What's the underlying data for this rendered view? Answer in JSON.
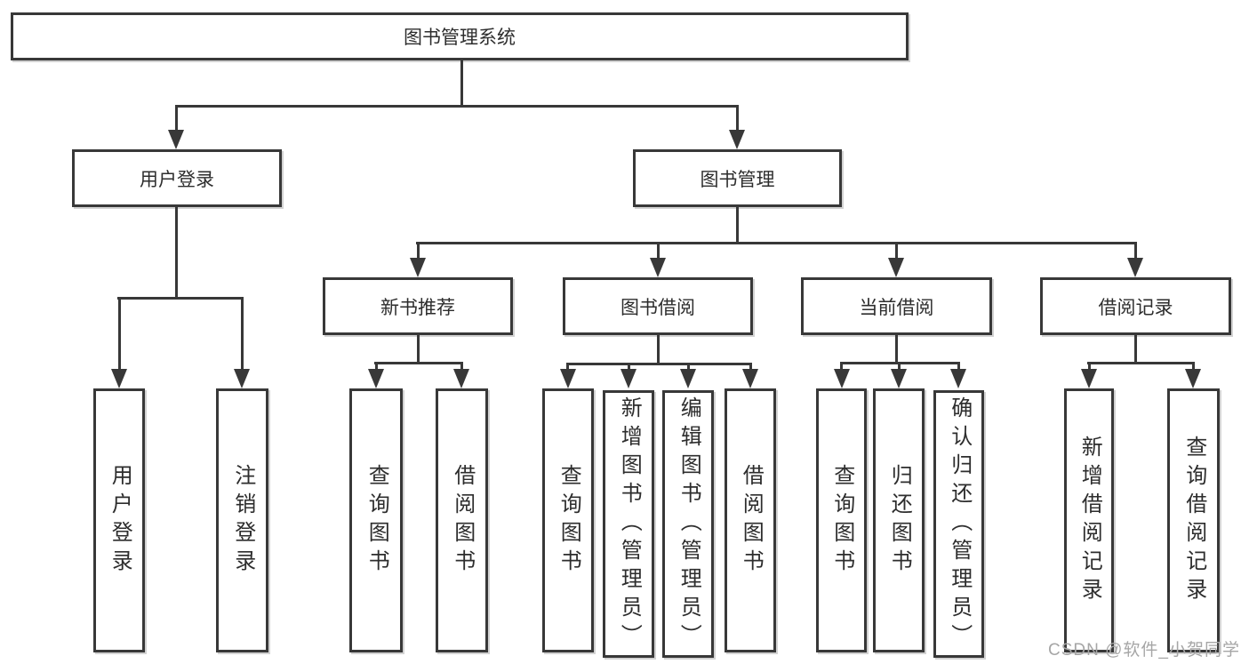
{
  "tree": {
    "root": {
      "label": "图书管理系统",
      "children": [
        {
          "label": "用户登录",
          "children": [
            {
              "label": "用户登录"
            },
            {
              "label": "注销登录"
            }
          ]
        },
        {
          "label": "图书管理",
          "children": [
            {
              "label": "新书推荐",
              "children": [
                {
                  "label": "查询图书"
                },
                {
                  "label": "借阅图书"
                }
              ]
            },
            {
              "label": "图书借阅",
              "children": [
                {
                  "label": "查询图书"
                },
                {
                  "label": "新增图书（管理员）"
                },
                {
                  "label": "编辑图书（管理员）"
                },
                {
                  "label": "借阅图书"
                }
              ]
            },
            {
              "label": "当前借阅",
              "children": [
                {
                  "label": "查询图书"
                },
                {
                  "label": "归还图书"
                },
                {
                  "label": "确认归还（管理员）"
                }
              ]
            },
            {
              "label": "借阅记录",
              "children": [
                {
                  "label": "新增借阅记录"
                },
                {
                  "label": "查询借阅记录"
                }
              ]
            }
          ]
        }
      ]
    }
  },
  "watermark": {
    "text": "CSDN @软件_小贺同学"
  },
  "colors": {
    "line": "#383838",
    "text": "#2d2d2d",
    "watermark": "#a6a6a6",
    "background": "#ffffff"
  }
}
